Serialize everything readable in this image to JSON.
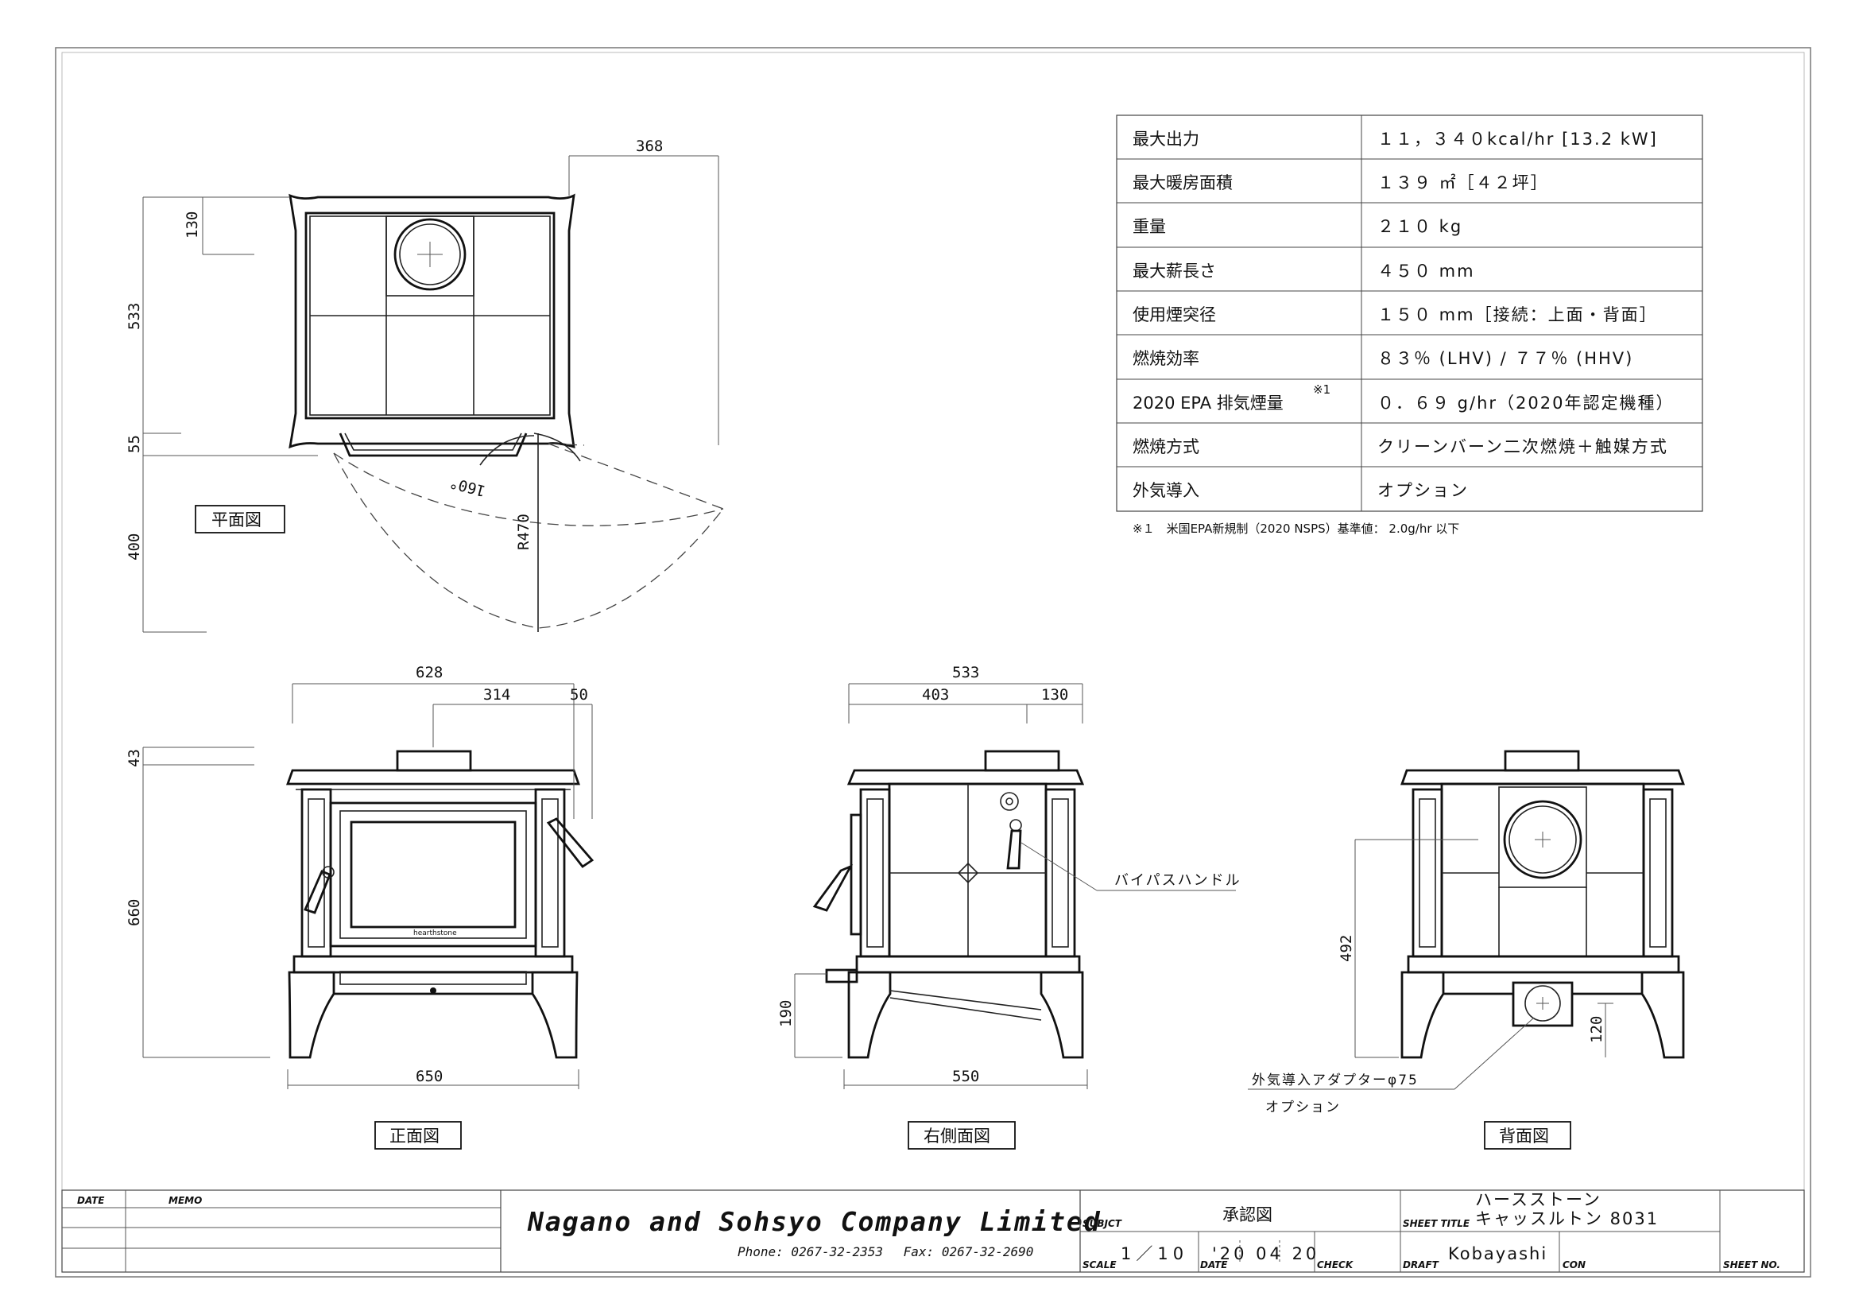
{
  "plan_view": {
    "label": "平面図",
    "dims": {
      "width_top": "368",
      "depth_back": "130",
      "depth_total": "533",
      "handle_depth": "55",
      "door_clearance": "400",
      "door_radius": "R470",
      "door_angle": "160°"
    }
  },
  "front_view": {
    "label": "正面図",
    "dims": {
      "overall_width": "628",
      "half_width": "314",
      "handle_offset": "50",
      "flue_height": "43",
      "body_height": "660",
      "base_width": "650"
    },
    "brand_mark": "hearthstone"
  },
  "side_view": {
    "label": "右側面図",
    "dims": {
      "overall_depth": "533",
      "front_part": "403",
      "rear_part": "130",
      "ash_height": "190",
      "base_depth": "550"
    },
    "callout": "バイパスハンドル"
  },
  "back_view": {
    "label": "背面図",
    "dims": {
      "flue_center_height": "492",
      "air_inlet_height": "120"
    },
    "callout_line1": "外気導入アダプターφ75",
    "callout_line2": "オプション"
  },
  "spec_table": {
    "rows": [
      {
        "label": "最大出力",
        "value": "１１，３４０kcal/hr [13.2 kW]"
      },
      {
        "label": "最大暖房面積",
        "value": "１３９ ㎡［４２坪］"
      },
      {
        "label": "重量",
        "value": "２１０ kg"
      },
      {
        "label": "最大薪長さ",
        "value": "４５０ mm"
      },
      {
        "label": "使用煙突径",
        "value": "１５０ mm［接続：上面・背面］"
      },
      {
        "label": "燃焼効率",
        "value": "８３％ (LHV) / ７７％ (HHV)"
      },
      {
        "label": "2020 EPA 排気煙量",
        "value": "０．６９ g/hr（2020年認定機種）",
        "mark": "※1"
      },
      {
        "label": "燃焼方式",
        "value": "クリーンバーン二次燃焼＋触媒方式"
      },
      {
        "label": "外気導入",
        "value": "オプション"
      }
    ],
    "footnote": "※１　米国EPA新規制（2020 NSPS）基準値： 2.0g/hr 以下"
  },
  "title_block": {
    "date_label": "DATE",
    "memo_label": "MEMO",
    "company": "Nagano and Sohsyo Company Limited",
    "phone": "Phone: 0267-32-2353　 Fax: 0267-32-2690",
    "subject_label": "SUBJCT",
    "subject": "承認図",
    "sheet_title_label": "SHEET TITLE",
    "sheet_title_line1": "ハースストーン",
    "sheet_title_line2": "キャッスルトン 8031",
    "scale_label": "SCALE",
    "scale": "1／10",
    "date2_label": "DATE",
    "date_value": "'20 04 20",
    "check_label": "CHECK",
    "draft_label": "DRAFT",
    "draft": "Kobayashi",
    "con_label": "CON",
    "sheet_no_label": "SHEET NO."
  }
}
